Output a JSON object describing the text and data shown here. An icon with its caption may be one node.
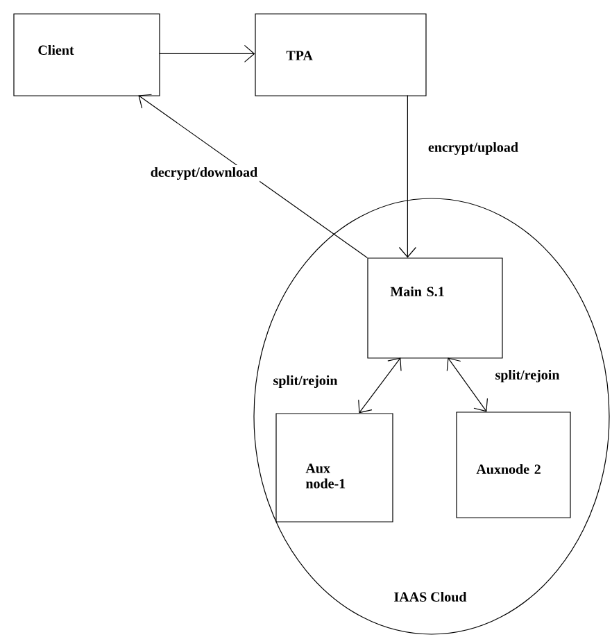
{
  "diagram": {
    "nodes": [
      {
        "text": [
          "Client"
        ]
      },
      {
        "text": [
          "TPA"
        ]
      },
      {
        "text": [
          "IAAS Cloud"
        ]
      },
      {
        "text": [
          "Main S.1"
        ],
        "in": 2
      },
      {
        "text": [
          "Aux node-1"
        ],
        "in": 2
      },
      {
        "text": [
          "Auxnode 2"
        ],
        "in": 2
      }
    ],
    "edges": [
      {
        "from": 0,
        "to": 1,
        "arrow": "to"
      },
      {
        "from": 3,
        "to": 0,
        "arrow": "to",
        "label": "decrypt/download"
      },
      {
        "from": 1,
        "to": 3,
        "arrow": "to",
        "label": "encrypt/upload"
      },
      {
        "from": 3,
        "to": 4,
        "arrow": "both",
        "label": "split/rejoin"
      },
      {
        "from": 3,
        "to": 5,
        "arrow": "both",
        "label": "split/rejoin"
      }
    ]
  }
}
